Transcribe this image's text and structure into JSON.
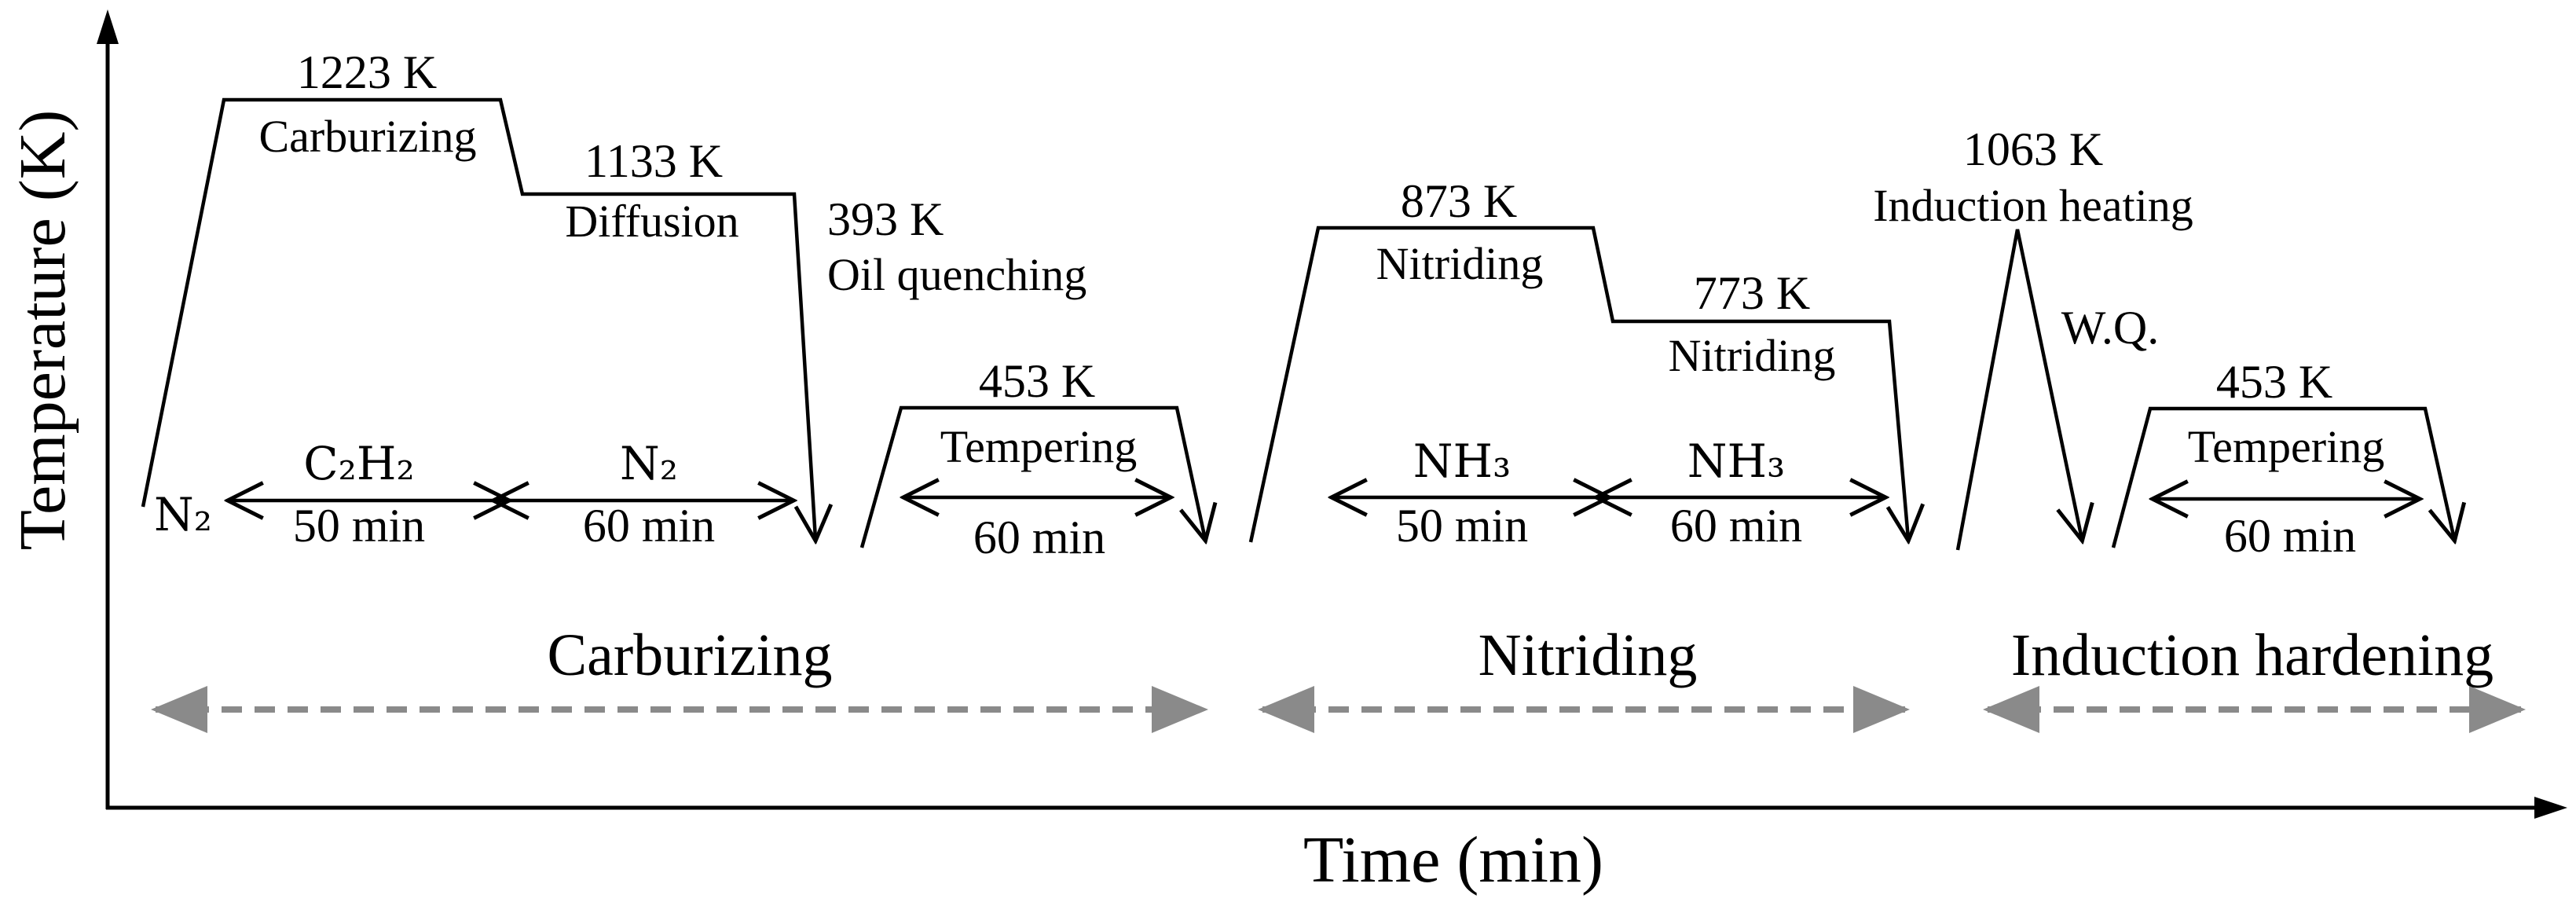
{
  "colors": {
    "line": "#000000",
    "dashed_arrow": "#8a8a8a",
    "background": "#ffffff"
  },
  "axes": {
    "y_label": "Temperature (K)",
    "x_label": "Time (min)"
  },
  "carburizing_stage": {
    "initial_gas": "N₂",
    "carburize": {
      "temp": "1223 K",
      "name": "Carburizing",
      "gas": "C₂H₂",
      "duration": "50 min"
    },
    "diffusion": {
      "temp": "1133 K",
      "name": "Diffusion",
      "gas": "N₂",
      "duration": "60 min"
    },
    "quench": {
      "temp": "393 K",
      "name": "Oil quenching"
    },
    "tempering": {
      "temp": "453 K",
      "name": "Tempering",
      "duration": "60 min"
    }
  },
  "nitriding_stage": {
    "step1": {
      "temp": "873 K",
      "name": "Nitriding",
      "gas": "NH₃",
      "duration": "50 min"
    },
    "step2": {
      "temp": "773 K",
      "name": "Nitriding",
      "gas": "NH₃",
      "duration": "60 min"
    }
  },
  "induction_stage": {
    "heating": {
      "temp": "1063 K",
      "name": "Induction heating"
    },
    "quench": {
      "name": "W.Q."
    },
    "tempering": {
      "temp": "453 K",
      "name": "Tempering",
      "duration": "60 min"
    }
  },
  "sections": [
    {
      "label": "Carburizing"
    },
    {
      "label": "Nitriding"
    },
    {
      "label": "Induction hardening"
    }
  ]
}
